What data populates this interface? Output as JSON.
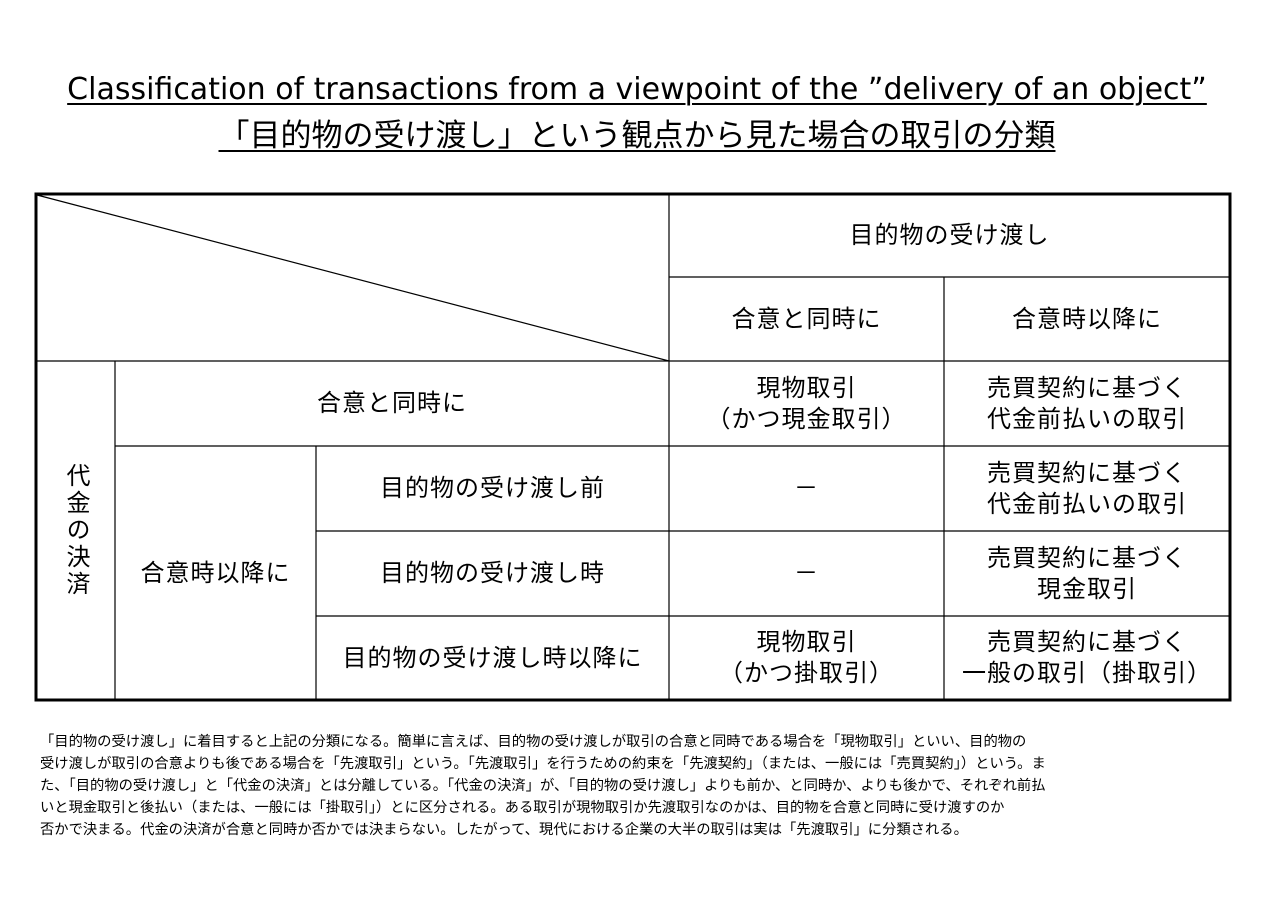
{
  "title": {
    "english": "Classification of transactions from a viewpoint of the ”delivery of an object”",
    "japanese": "「目的物の受け渡し」という観点から見た場合の取引の分類"
  },
  "table": {
    "column_group_header": "目的物の受け渡し",
    "column_headers": [
      "合意と同時に",
      "合意時以降に"
    ],
    "row_group_header": "代金の決済",
    "row_subgroup_header": "合意時以降に",
    "rows": [
      {
        "label": "合意と同時に",
        "col1": [
          "現物取引",
          "（かつ現金取引）"
        ],
        "col2": [
          "売買契約に基づく",
          "代金前払いの取引"
        ]
      },
      {
        "label": "目的物の受け渡し前",
        "col1": [
          "－"
        ],
        "col2": [
          "売買契約に基づく",
          "代金前払いの取引"
        ]
      },
      {
        "label": "目的物の受け渡し時",
        "col1": [
          "－"
        ],
        "col2": [
          "売買契約に基づく",
          "現金取引"
        ]
      },
      {
        "label": "目的物の受け渡し時以降に",
        "col1": [
          "現物取引",
          "（かつ掛取引）"
        ],
        "col2": [
          "売買契約に基づく",
          "一般の取引（掛取引）"
        ]
      }
    ]
  },
  "note_lines": [
    "「目的物の受け渡し」に着目すると上記の分類になる。簡単に言えば、目的物の受け渡しが取引の合意と同時である場合を「現物取引」といい、目的物の",
    "受け渡しが取引の合意よりも後である場合を「先渡取引」という。「先渡取引」を行うための約束を「先渡契約」（または、一般には「売買契約」）という。ま",
    "た、「目的物の受け渡し」と「代金の決済」とは分離している。「代金の決済」が、「目的物の受け渡し」よりも前か、と同時か、よりも後かで、それぞれ前払",
    "いと現金取引と後払い（または、一般には「掛取引」）とに区分される。ある取引が現物取引か先渡取引なのかは、目的物を合意と同時に受け渡すのか",
    "否かで決まる。代金の決済が合意と同時か否かでは決まらない。したがって、現代における企業の大半の取引は実は「先渡取引」に分類される。"
  ]
}
